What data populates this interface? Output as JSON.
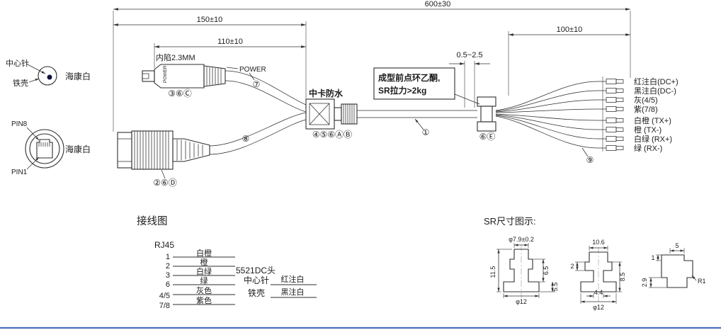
{
  "meta": {
    "accent_blue": "#4a72b8",
    "line_color": "#2e2e2e"
  },
  "dims": {
    "overall": "600±30",
    "dc_branch": "150±10",
    "dc_inner": "110±10",
    "fanout": "100±10",
    "sr_gap": "0.5~2.5",
    "recess_note": "内陷2.3MM"
  },
  "left": {
    "center_pin": "中心针",
    "iron_shell": "铁壳",
    "hikvision_white_dc": "海康白",
    "hikvision_white_rj45": "海康白",
    "pin8": "PIN8",
    "pin1": "PIN1",
    "power_on_body": "POWER",
    "power_label": "POWER"
  },
  "middle": {
    "waterproof_label": "中卡防水",
    "note_line1": "成型前点环乙酮,",
    "note_line2": "SR拉力>2kg"
  },
  "callouts": {
    "dc_plug": "③⑥Ⓒ",
    "dc_cable": "⑦",
    "rj45_plug": "②⑥Ⓓ",
    "rj45_cable": "⑧",
    "mid_connector": "④⑤⑥ⒶⒷ",
    "main_cable": "①",
    "sr_part": "⑥Ⓔ",
    "fanout": "⑨"
  },
  "wires": [
    "红注白(DC+)",
    "黑注白(DC-)",
    "灰(4/5)",
    "紫(7/8)",
    "白橙 (TX+)",
    "橙  (TX-)",
    "白绿 (RX+)",
    "绿  (RX-)"
  ],
  "wiring": {
    "heading": "接线图",
    "rj45_title": "RJ45",
    "rows": [
      {
        "pin": "1",
        "color": "白橙"
      },
      {
        "pin": "2",
        "color": "橙"
      },
      {
        "pin": "3",
        "color": "白绿"
      },
      {
        "pin": "6",
        "color": "绿"
      },
      {
        "pin": "4/5",
        "color": "灰色"
      },
      {
        "pin": "7/8",
        "color": "紫色"
      }
    ],
    "dc_title": "5521DC头",
    "dc_rows": [
      {
        "pin": "中心针",
        "color": "红注白"
      },
      {
        "pin": "铁壳",
        "color": "黑注白"
      }
    ]
  },
  "sr": {
    "heading": "SR尺寸图示:",
    "view1": {
      "d_top": "φ7.9±0.2",
      "h_left": "11.5",
      "h_right_upper": "6.5",
      "h_right_lower": "5.5",
      "d_bottom": "φ12"
    },
    "view2": {
      "w_top": "10.6",
      "h_left": "2",
      "h_right": "8.5",
      "w_waist": "4.4",
      "d_bottom": "φ12"
    },
    "view3": {
      "w_top": "5",
      "h_top_left": "1",
      "h_left": "2.9",
      "fillet": "R1"
    }
  }
}
